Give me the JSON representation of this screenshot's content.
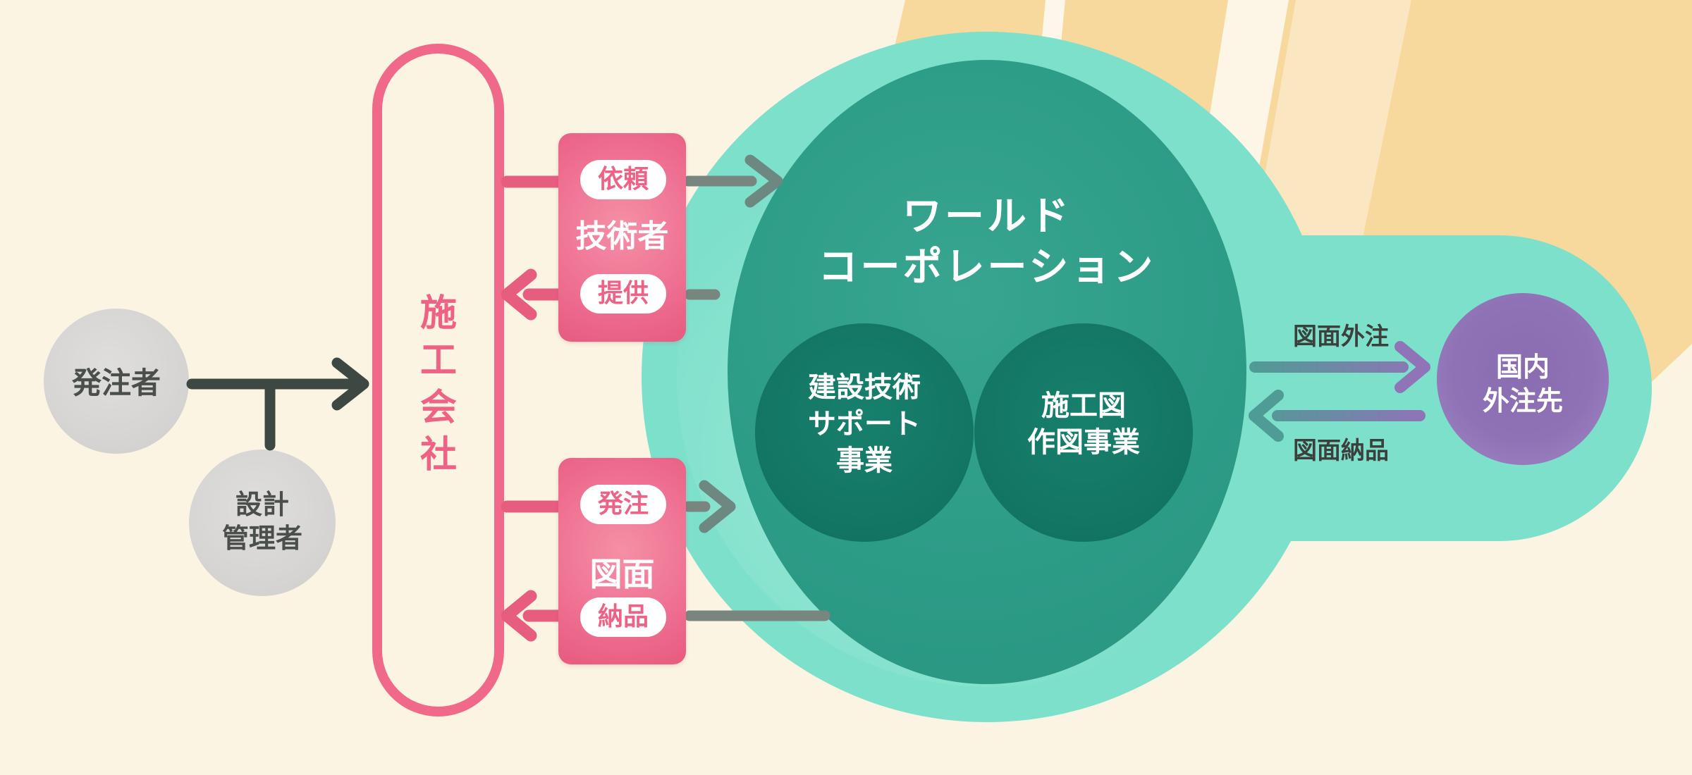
{
  "actors": {
    "orderer": {
      "label": "発注者"
    },
    "design_manager": {
      "label_line1": "設計",
      "label_line2": "管理者"
    },
    "construction_company": {
      "label": "施工会社",
      "chars": [
        "施",
        "工",
        "会",
        "社"
      ]
    }
  },
  "exchange_engineer": {
    "request_tag": "依頼",
    "subject": "技術者",
    "provide_tag": "提供"
  },
  "exchange_drawing": {
    "order_tag": "発注",
    "subject": "図面",
    "deliver_tag": "納品"
  },
  "world_corporation": {
    "name_line1": "ワールド",
    "name_line2": "コーポレーション",
    "business_support": {
      "line1": "建設技術",
      "line2": "サポート",
      "line3": "事業"
    },
    "business_drawing": {
      "line1": "施工図",
      "line2": "作図事業"
    }
  },
  "outsourcing": {
    "partner_line1": "国内",
    "partner_line2": "外注先",
    "outsource_label": "図面外注",
    "delivery_label": "図面納品"
  },
  "colors": {
    "background": "#fbf4e2",
    "orange_band": "#f7d99d",
    "stripe": "#fdf8ee",
    "teal_light": "#7de0ca",
    "teal_mid": "#2d9c87",
    "teal_dark": "#147765",
    "pink": "#ee6285",
    "purple": "#8f72b5",
    "arrow_dark": "#3e4843",
    "arrow_gray": "#78867f",
    "gray_circle": "#d6d5d3"
  }
}
